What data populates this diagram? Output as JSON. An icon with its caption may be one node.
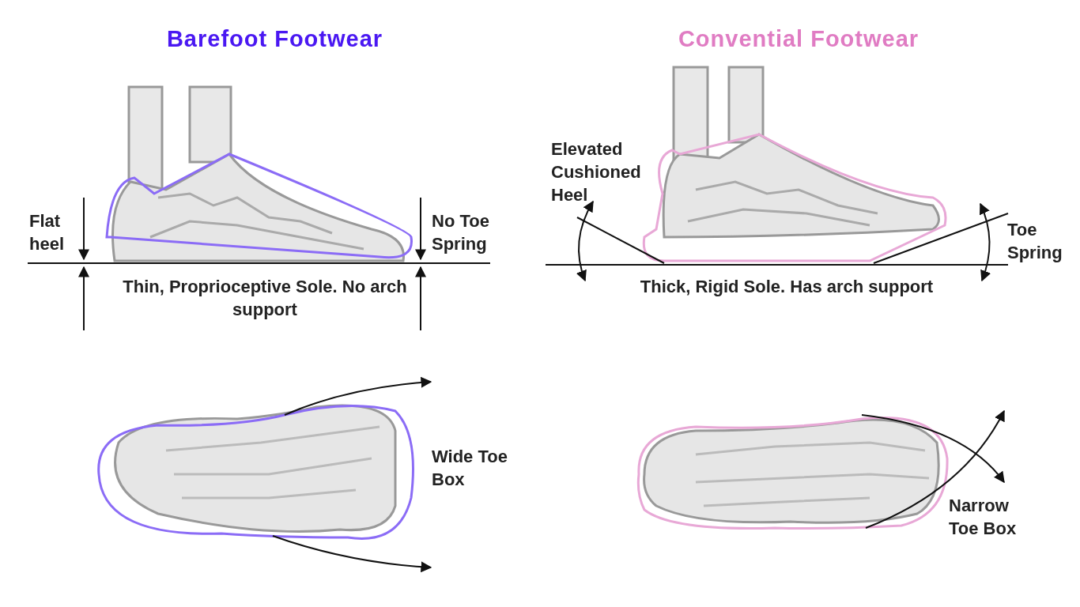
{
  "diagram": {
    "labels": [
      "Barefoot Footwear",
      "Convential Footwear",
      "Elevated Cushioned Heel",
      "Flat heel",
      "No Toe Spring",
      "Toe Spring",
      "Thin, Proprioceptive Sole. No arch support",
      "Thick, Rigid Sole. Has arch support",
      "Wide Toe Box",
      "Narrow Toe Box"
    ]
  }
}
